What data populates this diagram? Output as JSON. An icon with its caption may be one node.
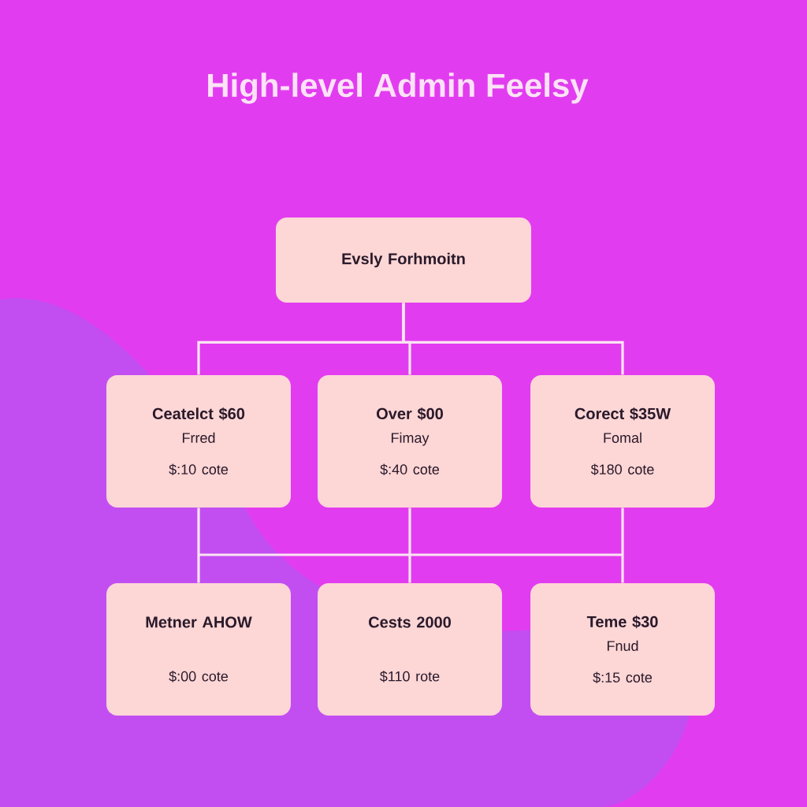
{
  "diagram": {
    "title": "High-level Admin Feelsy",
    "nodes": [
      {
        "text": [
          "Evsly Forhmoitn"
        ]
      },
      {
        "text": [
          "Ceatelct $60",
          "Frred",
          "$:10 cote"
        ]
      },
      {
        "text": [
          "Over $00",
          "Fimay",
          "$:40 cote"
        ]
      },
      {
        "text": [
          "Corect $35W",
          "Fomal",
          "$180 cote"
        ]
      },
      {
        "text": [
          "Metner AHOW",
          "$:00 cote"
        ]
      },
      {
        "text": [
          "Cests 2000",
          "$110 rote"
        ]
      },
      {
        "text": [
          "Teme $30",
          "Fnud",
          "$:15 cote"
        ]
      }
    ],
    "edges": [
      {
        "from": 0,
        "to": 1,
        "arrow": "none"
      },
      {
        "from": 0,
        "to": 2,
        "arrow": "none"
      },
      {
        "from": 0,
        "to": 3,
        "arrow": "none"
      },
      {
        "from": 1,
        "to": 4,
        "arrow": "none"
      },
      {
        "from": 2,
        "to": 5,
        "arrow": "none"
      },
      {
        "from": 3,
        "to": 6,
        "arrow": "none"
      }
    ]
  }
}
